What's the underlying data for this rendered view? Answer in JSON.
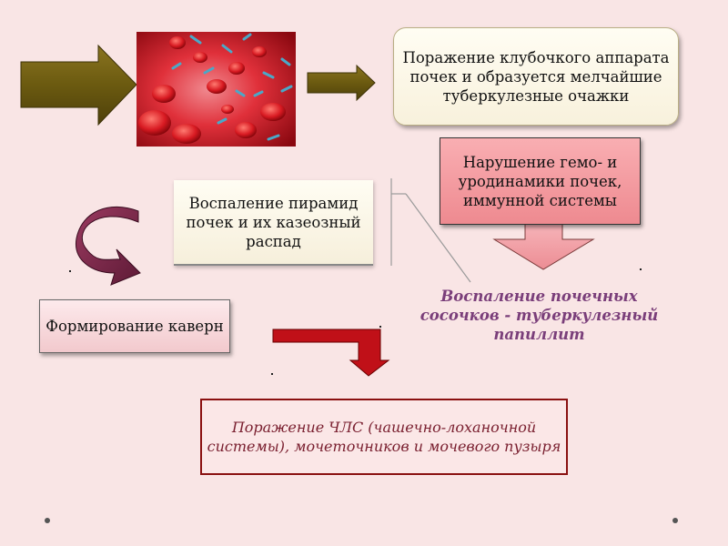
{
  "boxes": {
    "glomerular": "Поражение клубочкого аппарата почек и образуется мелчайшие туберкулезные очажки",
    "hemodynamics": "Нарушение гемо- и уродинамики почек, иммунной системы",
    "pyramids": "Воспаление пирамид почек и их казеозный распад",
    "caverns": "Формирование каверн",
    "papillitis": "Воспаление почечных сосочков - туберкулезный папиллит",
    "pcs": "Поражение ЧЛС (чашечно-лоханочной системы), мочеточников и мочевого пузыря"
  },
  "colors": {
    "background": "#f9e5e5",
    "olive_arrow": "#6b5a10",
    "pink_arrow": "#f0a0a6",
    "red_arrow": "#c01018",
    "curved_arrow": "#7a2a4a",
    "note_text": "#7a3e7a",
    "bottom_text": "#7a2030"
  },
  "icons": {
    "image": "blood-vessel-bacteria-image"
  }
}
